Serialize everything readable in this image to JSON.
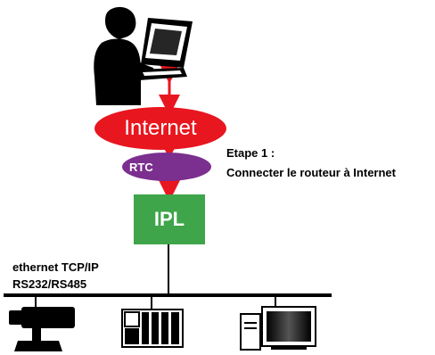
{
  "nodes": {
    "internet": "Internet",
    "rtc": "RTC",
    "ipl": "IPL"
  },
  "step": {
    "title": "Etape 1 :",
    "text": "Connecter le routeur à Internet"
  },
  "bus": {
    "line1": "ethernet TCP/IP",
    "line2": "RS232/RS485"
  },
  "devices": [
    {
      "icon": "camera-icon"
    },
    {
      "icon": "plc-rack-icon"
    },
    {
      "icon": "workstation-icon"
    }
  ],
  "colors": {
    "internet": "#e8161f",
    "rtc": "#7b2f8e",
    "ipl": "#3ea54a",
    "arrow": "#e8161f",
    "bus": "#000000"
  }
}
